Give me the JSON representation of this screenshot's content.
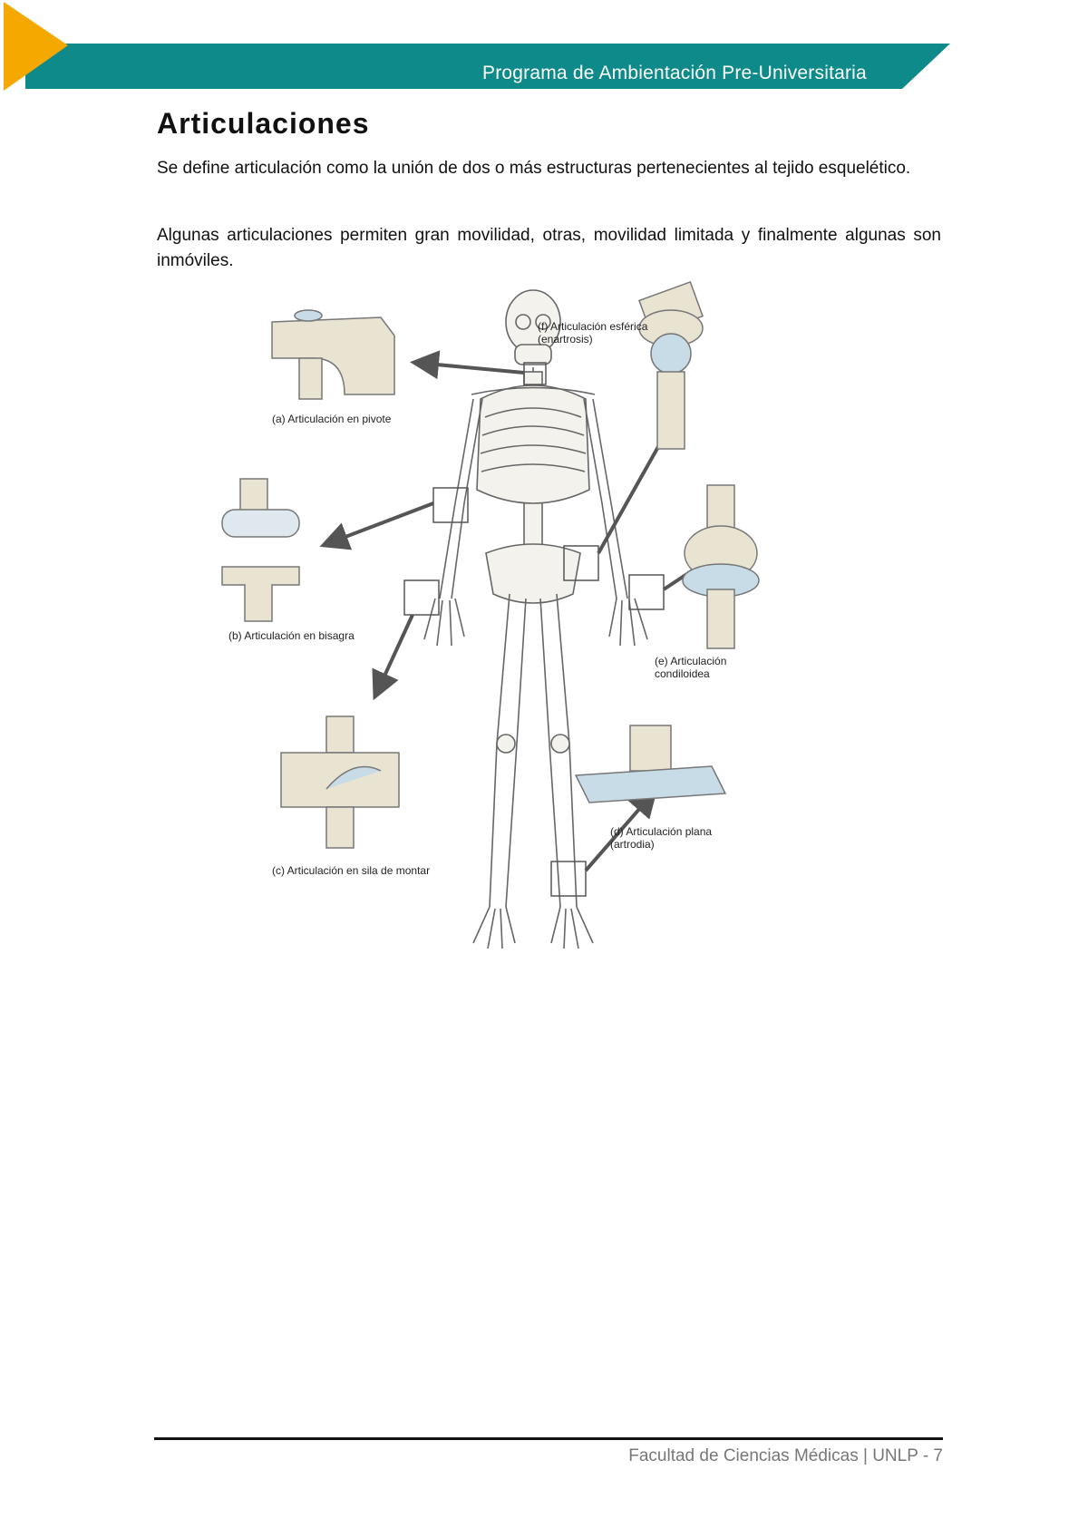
{
  "header": {
    "program": "Programa de Ambientación Pre-Universitaria"
  },
  "title": "Articulaciones",
  "paragraphs": [
    "Se define articulación como la unión de dos o más estructuras pertenecientes al tejido esquelético.",
    "Algunas articulaciones permiten gran movilidad, otras, movilidad limitada y finalmente algunas son inmóviles."
  ],
  "figure": {
    "labels": {
      "a": "(a) Articulación en pivote",
      "b": "(b) Articulación en bisagra",
      "c": "(c) Articulación en sila de montar",
      "d1": "(d) Articulación plana",
      "d2": "(artrodia)",
      "e1": "(e) Articulación",
      "e2": "condiloidea",
      "f1": "(f) Articulación esférica",
      "f2": "(enartrosis)"
    }
  },
  "footer": {
    "text": "Facultad de Ciencias Médicas | UNLP - 7"
  },
  "colors": {
    "teal": "#0e8a8a",
    "orange": "#f5a800",
    "bone": "#e9e3d2",
    "cartilage": "#c8dce8"
  }
}
